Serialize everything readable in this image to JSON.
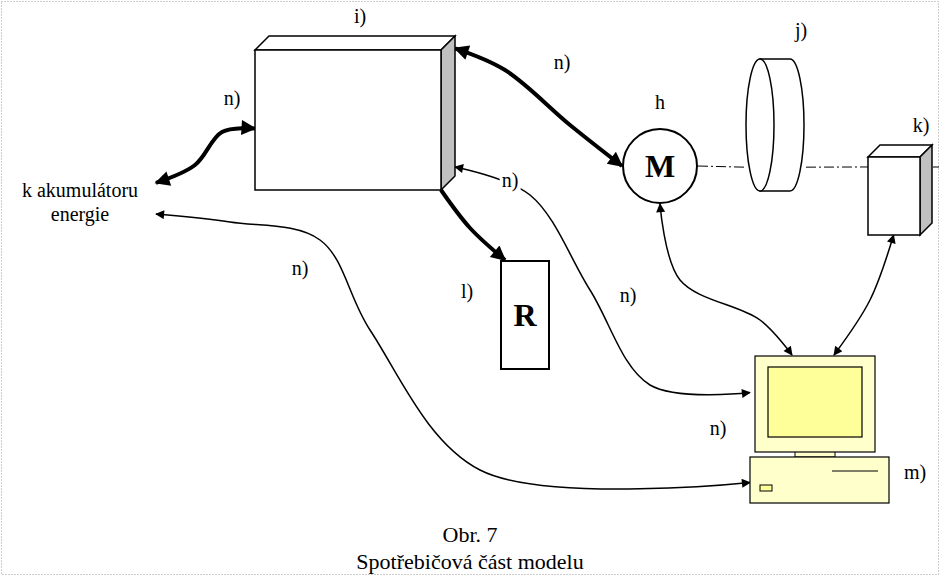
{
  "diagram": {
    "title": "Obr. 7",
    "caption": "Spotřebičová část modelu",
    "nodes": [
      {
        "text": [
          "i)"
        ]
      },
      {
        "text": [
          "h",
          "M"
        ]
      },
      {
        "text": [
          "j)"
        ]
      },
      {
        "text": [
          "k)"
        ]
      },
      {
        "text": [
          "k akumulátoru energie"
        ]
      },
      {
        "text": [
          "l)",
          "R"
        ]
      },
      {
        "text": [
          "m)"
        ]
      }
    ],
    "edges": [
      {
        "from": 4,
        "to": 0,
        "arrow": "both",
        "label": "n)"
      },
      {
        "from": 0,
        "to": 1,
        "arrow": "both",
        "label": "n)"
      },
      {
        "from": 0,
        "to": 5,
        "arrow": "to",
        "label": "n)"
      },
      {
        "from": 0,
        "to": 6,
        "arrow": "both",
        "label": "n)"
      },
      {
        "from": 1,
        "to": 6,
        "arrow": "both",
        "label": "n)"
      },
      {
        "from": 3,
        "to": 6,
        "arrow": "both"
      },
      {
        "from": 6,
        "to": 4,
        "arrow": "both",
        "label": "n)"
      },
      {
        "from": 1,
        "to": 2,
        "arrow": "none"
      },
      {
        "from": 2,
        "to": 3,
        "arrow": "none"
      }
    ]
  }
}
